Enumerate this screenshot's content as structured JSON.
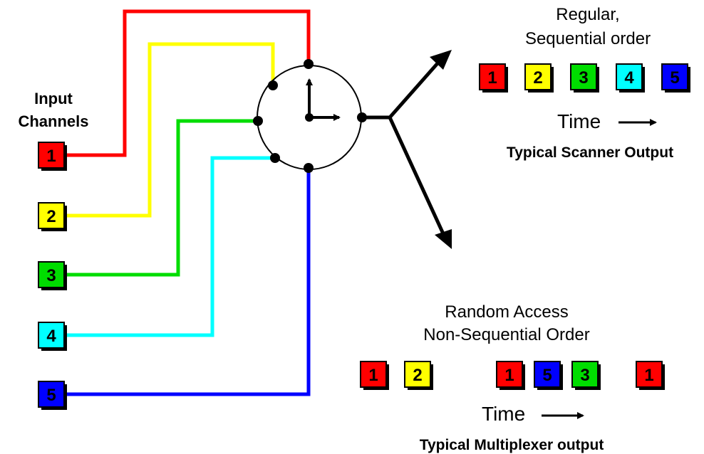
{
  "inputs": {
    "heading_line1": "Input",
    "heading_line2": "Channels",
    "channels": [
      {
        "label": "1",
        "color": "#ff0000"
      },
      {
        "label": "2",
        "color": "#ffff00"
      },
      {
        "label": "3",
        "color": "#00dd00"
      },
      {
        "label": "4",
        "color": "#00ffff"
      },
      {
        "label": "5",
        "color": "#0000ff"
      }
    ]
  },
  "scanner": {
    "title_line1": "Regular,",
    "title_line2": "Sequential order",
    "sequence": [
      "1",
      "2",
      "3",
      "4",
      "5"
    ],
    "time_label": "Time",
    "caption": "Typical Scanner Output"
  },
  "multiplexer": {
    "title_line1": "Random Access",
    "title_line2": "Non-Sequential Order",
    "sequence": [
      "1",
      "2",
      "1",
      "5",
      "3",
      "1"
    ],
    "time_label": "Time",
    "caption": "Typical Multiplexer output"
  },
  "colors": {
    "1": "#ff0000",
    "2": "#ffff00",
    "3": "#00dd00",
    "4": "#00ffff",
    "5": "#0000ff",
    "box_shadow": "#000000",
    "wire_outline": "#000000"
  }
}
